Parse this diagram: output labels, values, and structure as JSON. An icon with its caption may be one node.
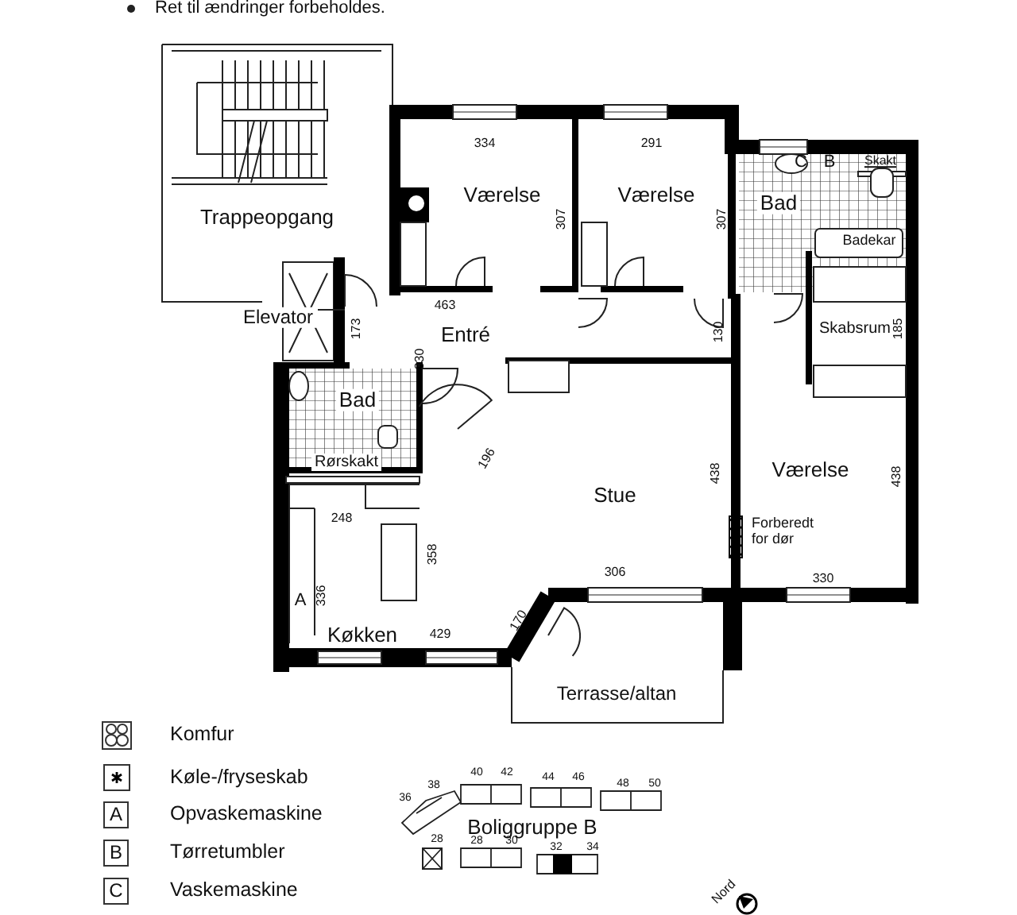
{
  "diagram": {
    "labels": [
      "Ret til ændringer forbeholdes.",
      "334",
      "291",
      "C",
      "B",
      "Skakt",
      "Værelse",
      "Værelse",
      "307",
      "307",
      "Bad",
      "Trappeopgang",
      "Badekar",
      "Elevator",
      "173",
      "463",
      "Entré",
      "130",
      "Skabsrum",
      "185",
      "330",
      "Bad",
      "Rørskakt",
      "196",
      "Stue",
      "438",
      "Værelse",
      "438",
      "248",
      "Forberedt for dør",
      "358",
      "336",
      "A",
      "306",
      "330",
      "170",
      "Køkken",
      "429",
      "Terrasse/altan",
      "A",
      "B",
      "C",
      "36",
      "38",
      "40",
      "42",
      "44",
      "46",
      "48",
      "50",
      "Boliggruppe B",
      "28",
      "28",
      "30",
      "32",
      "34",
      "Nord"
    ],
    "legend": [
      {
        "text": "Komfur"
      },
      {
        "text": "Køle-/fryseskab"
      },
      {
        "text": "Opvaskemaskine"
      },
      {
        "text": "Tørretumbler"
      },
      {
        "text": "Vaskemaskine"
      }
    ]
  }
}
